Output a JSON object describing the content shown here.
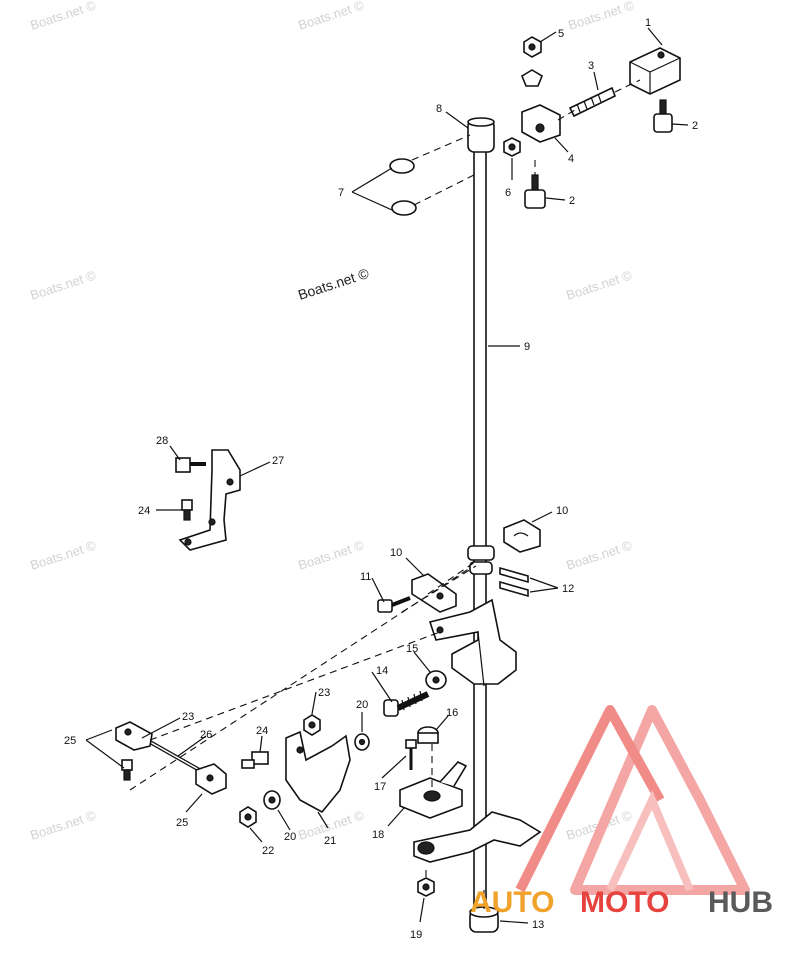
{
  "watermark": "Boats.net ©",
  "brand": {
    "part1": "AUTO",
    "part2": "MOTO",
    "part3": "HUB",
    "colors": {
      "red": "#e8423f",
      "orange": "#f0a22a",
      "gray": "#5a5a5a"
    }
  },
  "callouts": {
    "c1": "1",
    "c2a": "2",
    "c2b": "2",
    "c3": "3",
    "c4": "4",
    "c5": "5",
    "c6": "6",
    "c7": "7",
    "c8": "8",
    "c9": "9",
    "c10a": "10",
    "c10b": "10",
    "c11": "11",
    "c12": "12",
    "c13": "13",
    "c14": "14",
    "c15": "15",
    "c16": "16",
    "c17": "17",
    "c18": "18",
    "c19": "19",
    "c20a": "20",
    "c20b": "20",
    "c21": "21",
    "c22": "22",
    "c23a": "23",
    "c23b": "23",
    "c24a": "24",
    "c24b": "24",
    "c25a": "25",
    "c25b": "25",
    "c26": "26",
    "c27": "27",
    "c28": "28"
  }
}
